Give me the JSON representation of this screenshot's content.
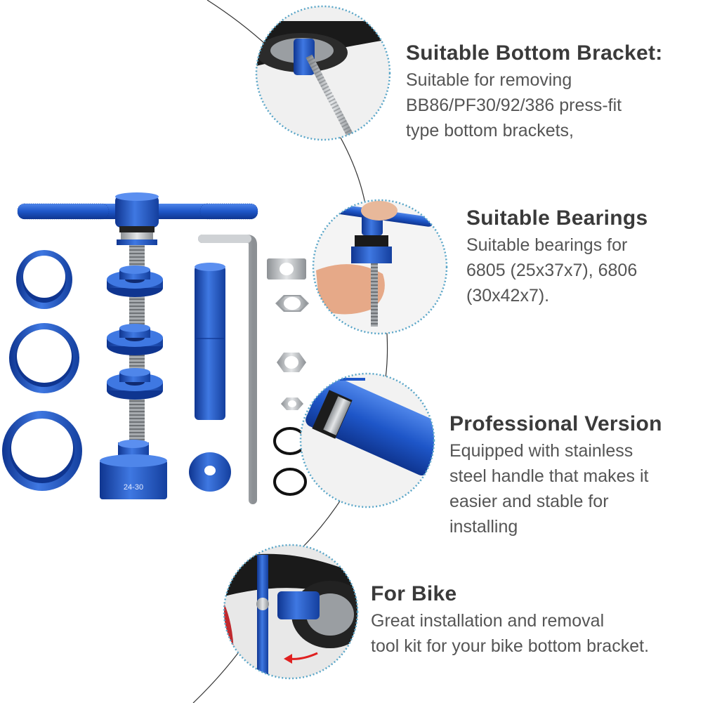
{
  "features": [
    {
      "title": "Suitable Bottom Bracket:",
      "lines": [
        "Suitable for removing",
        "BB86/PF30/92/386 press-fit",
        "type bottom brackets,"
      ]
    },
    {
      "title": "Suitable Bearings",
      "lines": [
        "Suitable bearings for",
        "6805 (25x37x7), 6806",
        "(30x42x7)."
      ]
    },
    {
      "title": "Professional Version",
      "lines": [
        "Equipped with stainless",
        "steel handle that makes it",
        "easier and stable for",
        "installing"
      ]
    },
    {
      "title": "For Bike",
      "lines": [
        "Great installation and removal",
        "tool kit for your bike bottom bracket."
      ]
    }
  ],
  "tool": {
    "cup_label": "24-30"
  },
  "colors": {
    "tool_blue": "#1e56c8",
    "tool_blue_dark": "#0f3590",
    "circle_border": "#5aa6c8",
    "steel": "#b8bcc0",
    "text_heading": "#3a3a3a",
    "text_body": "#555555"
  }
}
